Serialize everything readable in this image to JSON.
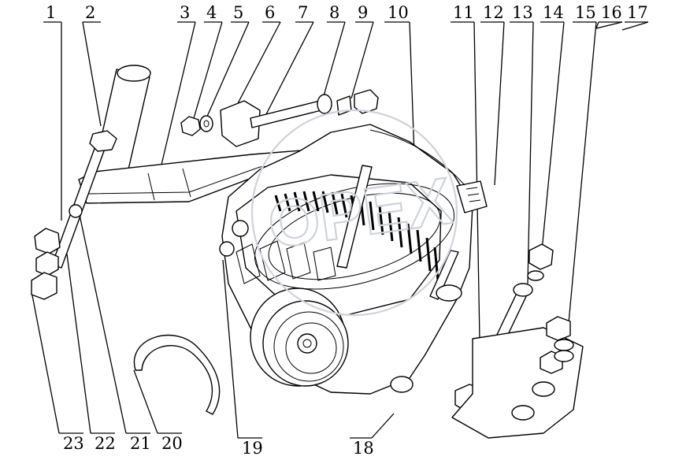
{
  "callouts_top": [
    "1",
    "2",
    "3",
    "4",
    "5",
    "6",
    "7",
    "8",
    "9",
    "10",
    "11",
    "12",
    "13",
    "14",
    "15",
    "16",
    "17"
  ],
  "callouts_bottom": [
    "23",
    "22",
    "21",
    "20",
    "19",
    "18"
  ],
  "watermark": "OPEX"
}
